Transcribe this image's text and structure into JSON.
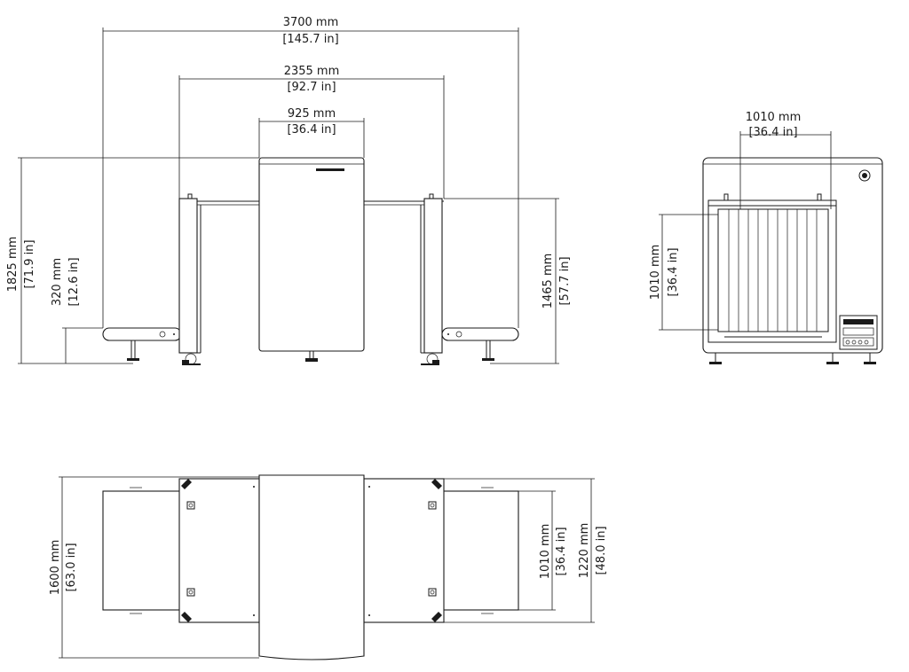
{
  "front_view": {
    "overall_width": {
      "metric": "3700 mm",
      "imperial": "[145.7 in]"
    },
    "tunnel_width": {
      "metric": "2355 mm",
      "imperial": "[92.7 in]"
    },
    "housing_width": {
      "metric": "925 mm",
      "imperial": "[36.4 in]"
    },
    "overall_height": {
      "metric": "1825 mm",
      "imperial": "[71.9 in]"
    },
    "conveyor_height": {
      "metric": "320 mm",
      "imperial": "[12.6 in]"
    },
    "table_height": {
      "metric": "1465 mm",
      "imperial": "[57.7 in]"
    }
  },
  "side_view": {
    "tunnel_opening_width": {
      "metric": "1010 mm",
      "imperial": "[36.4 in]"
    },
    "tunnel_opening_height": {
      "metric": "1010 mm",
      "imperial": "[36.4 in]"
    }
  },
  "top_view": {
    "overall_depth": {
      "metric": "1600 mm",
      "imperial": "[63.0 in]"
    },
    "belt_width": {
      "metric": "1010 mm",
      "imperial": "[36.4 in]"
    },
    "table_depth": {
      "metric": "1220 mm",
      "imperial": "[48.0 in]"
    }
  }
}
